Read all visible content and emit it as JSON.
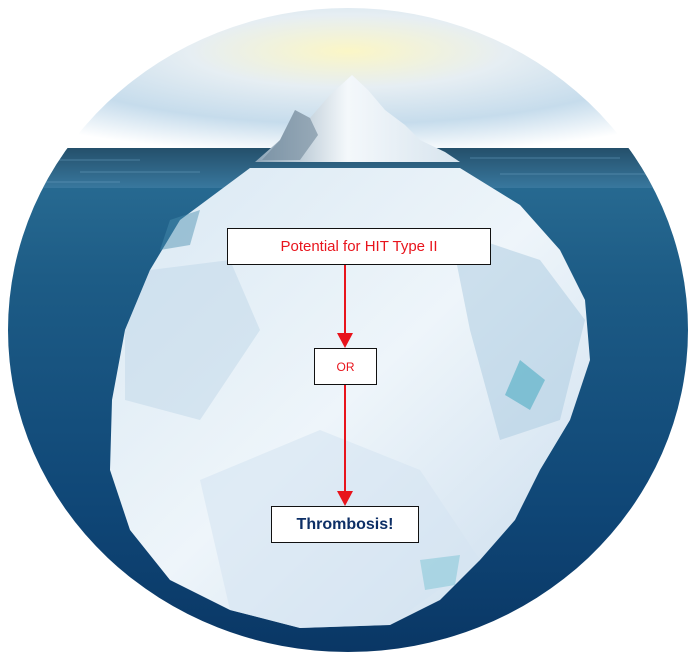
{
  "diagram": {
    "top_box": {
      "text": "Potential for HIT Type II"
    },
    "middle_box": {
      "text": "OR"
    },
    "bottom_box": {
      "text": "Thrombosis!"
    }
  },
  "colors": {
    "sky_top": "#ffffff",
    "sky_glow": "#f6f0c0",
    "sky_blue": "#cfe4f1",
    "water_surface": "#1f5f86",
    "water_deep": "#0b3d6d",
    "ice_light": "#eef5fb",
    "ice_shadow": "#b9d3e6",
    "arrow": "#e8141c",
    "top_text": "#e8141c",
    "middle_text": "#e8141c",
    "bottom_text": "#0d2f66"
  }
}
